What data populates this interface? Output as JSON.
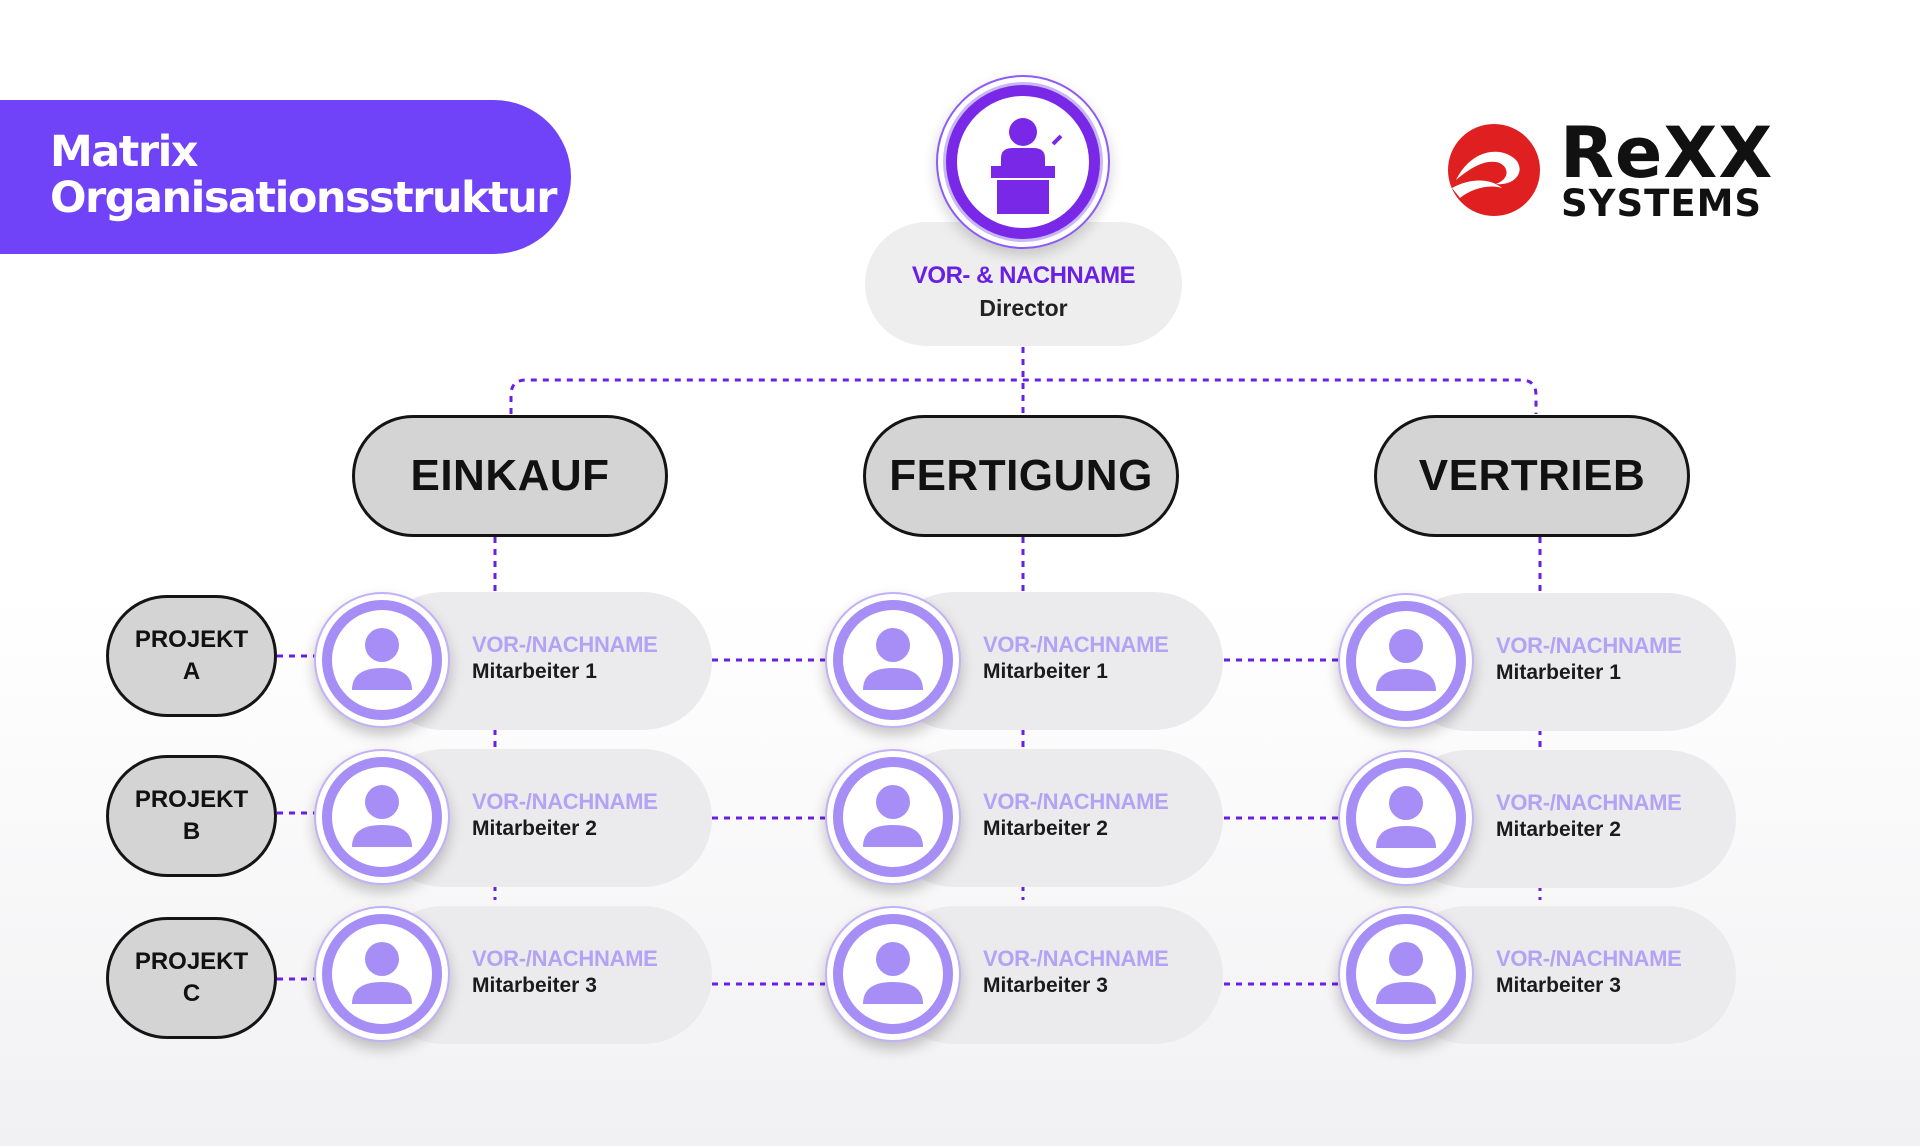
{
  "title": {
    "line1": "Matrix",
    "line2": "Organisationsstruktur"
  },
  "logo": {
    "name": "Rexx",
    "subtitle": "SYSTEMS",
    "display_rexx": "ReXX"
  },
  "director": {
    "name": "VOR- & NACHNAME",
    "role": "Director",
    "icon": "podium-speaker-icon"
  },
  "departments": [
    "EINKAUF",
    "FERTIGUNG",
    "VERTRIEB"
  ],
  "projects": [
    {
      "line1": "PROJEKT",
      "line2": "A"
    },
    {
      "line1": "PROJEKT",
      "line2": "B"
    },
    {
      "line1": "PROJEKT",
      "line2": "C"
    }
  ],
  "employees": {
    "einkauf": [
      {
        "name": "VOR-/NACHNAME",
        "role": "Mitarbeiter 1"
      },
      {
        "name": "VOR-/NACHNAME",
        "role": "Mitarbeiter 2"
      },
      {
        "name": "VOR-/NACHNAME",
        "role": "Mitarbeiter 3"
      }
    ],
    "fertigung": [
      {
        "name": "VOR-/NACHNAME",
        "role": "Mitarbeiter 1"
      },
      {
        "name": "VOR-/NACHNAME",
        "role": "Mitarbeiter 2"
      },
      {
        "name": "VOR-/NACHNAME",
        "role": "Mitarbeiter 3"
      }
    ],
    "vertrieb": [
      {
        "name": "VOR-/NACHNAME",
        "role": "Mitarbeiter 1"
      },
      {
        "name": "VOR-/NACHNAME",
        "role": "Mitarbeiter 2"
      },
      {
        "name": "VOR-/NACHNAME",
        "role": "Mitarbeiter 3"
      }
    ]
  },
  "colors": {
    "accent": "#7043f9",
    "director_ring": "#7a28e8",
    "employee_avatar": "#a68ef6",
    "employee_name": "#b3a3f5",
    "connector": "#6a1fe4",
    "logo_red": "#e02020"
  }
}
